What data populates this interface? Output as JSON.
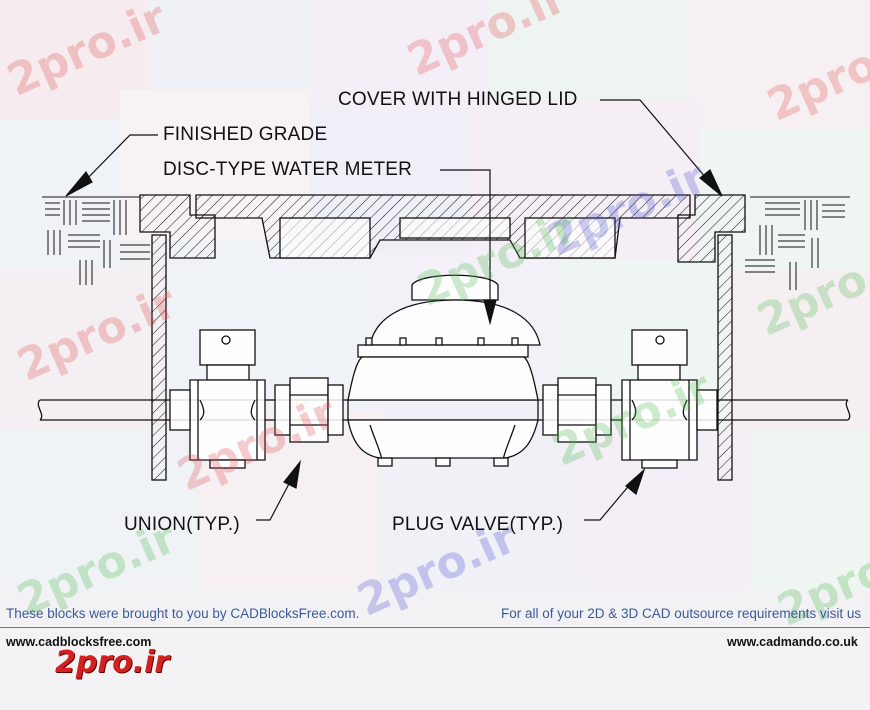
{
  "labels": {
    "cover": "COVER WITH HINGED LID",
    "finished_grade": "FINISHED GRADE",
    "water_meter": "DISC-TYPE WATER METER",
    "union": "UNION(TYP.)",
    "plug_valve": "PLUG VALVE(TYP.)"
  },
  "footer": {
    "left_note": "These blocks were brought to you by CADBlocksFree.com.",
    "right_note": "For all of your 2D & 3D CAD outsource requirements visit us",
    "left_url": "www.cadblocksfree.com",
    "right_url": "www.cadmando.co.uk"
  },
  "watermark": {
    "text": "2pro.ir",
    "colors": [
      "#e05050",
      "#50b850",
      "#5050d0"
    ]
  },
  "colors": {
    "line": "#111111",
    "footer_note": "#3a5a9a"
  }
}
